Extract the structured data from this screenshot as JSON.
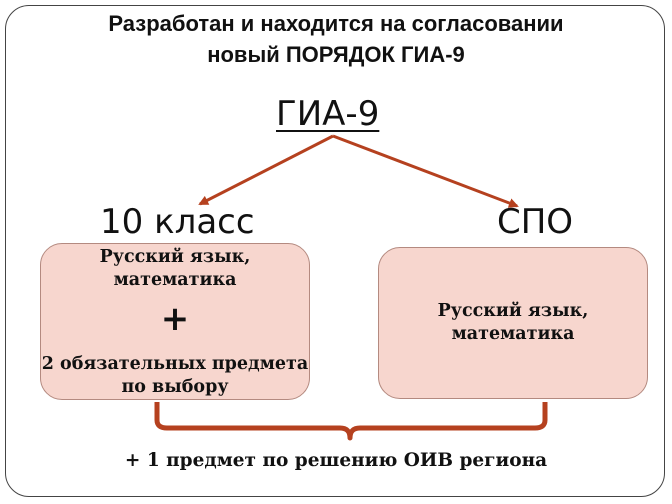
{
  "title": {
    "line1": "Разработан и находится на согласовании",
    "line2": "новый ПОРЯДОК ГИА-9"
  },
  "root": {
    "label": "ГИА-9"
  },
  "branches": [
    {
      "label": "10 класс",
      "box_top": "Русский язык, математика",
      "box_plus": "+",
      "box_bottom": "2 обязательных предмета по выбору"
    },
    {
      "label": "СПО",
      "box_text": "Русский язык, математика"
    }
  ],
  "footer": "+ 1 предмет по решению ОИВ региона",
  "colors": {
    "arrow": "#b5411f",
    "box_fill": "#f7d6ce",
    "box_border": "#b48a80",
    "brace": "#b5411f"
  }
}
